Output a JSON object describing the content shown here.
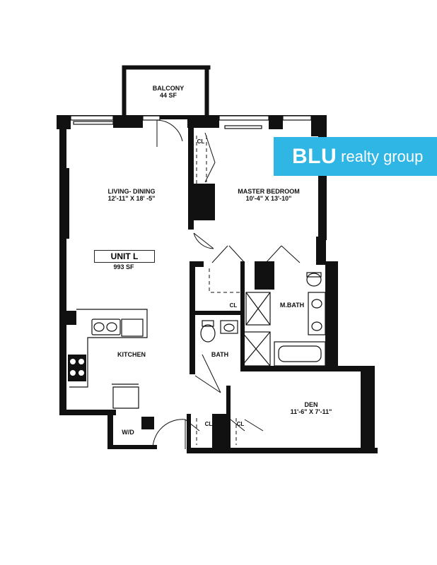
{
  "logo": {
    "brand": "BLU",
    "tagline": "realty group",
    "color": "#30b6e4"
  },
  "unit": {
    "name": "UNIT L",
    "area": "993 SF"
  },
  "rooms": {
    "balcony": {
      "name": "BALCONY",
      "area": "44 SF"
    },
    "living": {
      "name": "LIVING- DINING",
      "dims": "12'-11\" X 18' -5\""
    },
    "master": {
      "name": "MASTER BEDROOM",
      "dims": "10'-4\" X 13'-10\""
    },
    "kitchen": {
      "name": "KITCHEN"
    },
    "bath": {
      "name": "BATH"
    },
    "mbath": {
      "name": "M.BATH"
    },
    "den": {
      "name": "DEN",
      "dims": "11'-6\" X 7'-11\""
    },
    "wd": {
      "name": "W/D"
    },
    "cl_master": {
      "name": "CL"
    },
    "cl_hall": {
      "name": "CL"
    },
    "cl_entry1": {
      "name": "CL"
    },
    "cl_entry2": {
      "name": "CL"
    }
  }
}
